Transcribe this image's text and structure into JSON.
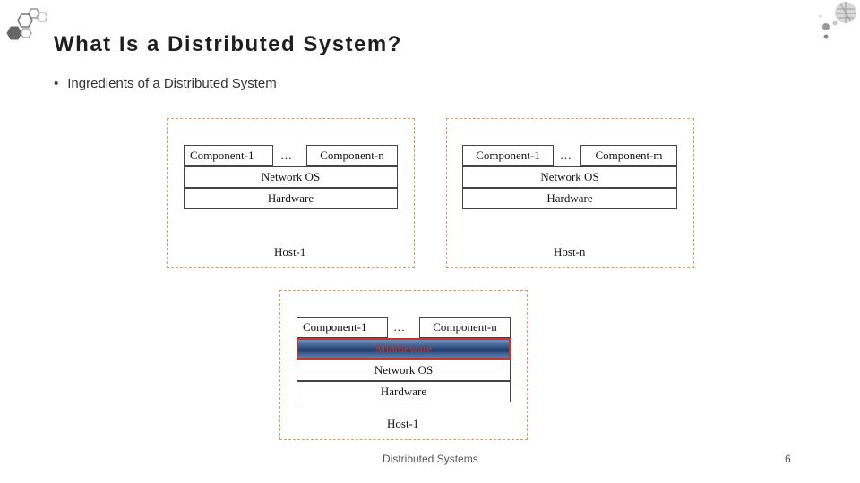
{
  "slide": {
    "title": "What Is a Distributed System?",
    "bullet": "Ingredients of a Distributed System",
    "footer": "Distributed Systems",
    "page_number": "6"
  },
  "bullet_glyph": "•",
  "hosts": {
    "top_left": {
      "component_first": "Component-1",
      "ellipsis": "…",
      "component_last": "Component-n",
      "network_os": "Network OS",
      "hardware": "Hardware",
      "label": "Host-1"
    },
    "top_right": {
      "component_first": "Component-1",
      "ellipsis": "…",
      "component_last": "Component-m",
      "network_os": "Network OS",
      "hardware": "Hardware",
      "label": "Host-n"
    },
    "bottom": {
      "component_first": "Component-1",
      "ellipsis": "…",
      "component_last": "Component-n",
      "middleware": "Middleware",
      "network_os": "Network OS",
      "hardware": "Hardware",
      "label": "Host-1"
    }
  },
  "colors": {
    "host_border": "#e59a55",
    "middleware_text": "#c0392b",
    "middleware_fill": "#2f4f80"
  },
  "icons": {
    "top_left": "hexagon-cluster-logo",
    "top_right": "hexagon-sphere-logo"
  }
}
